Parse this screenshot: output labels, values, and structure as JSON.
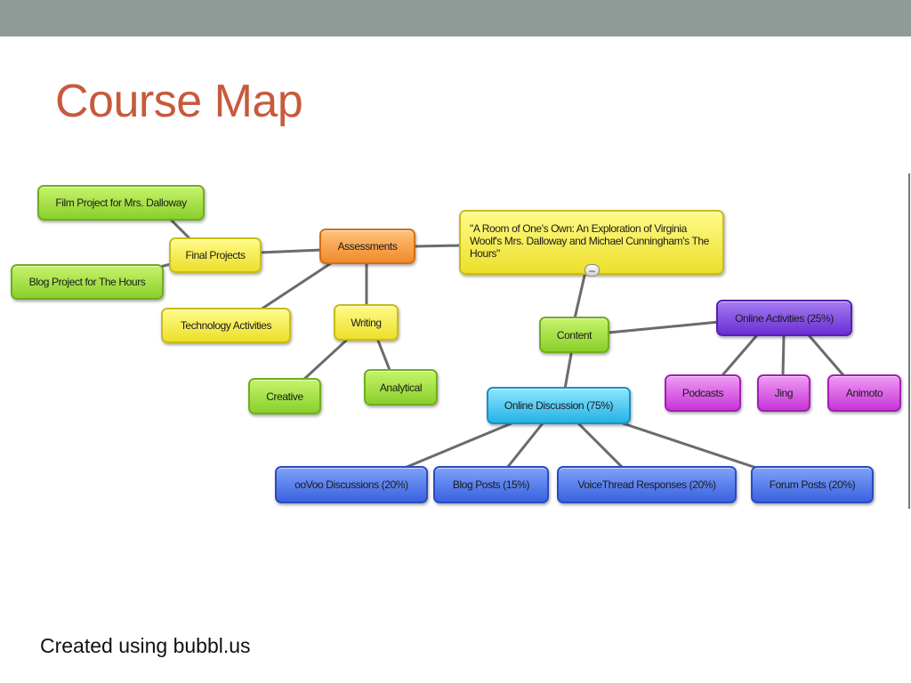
{
  "slide": {
    "title": "Course Map",
    "footer": "Created using bubbl.us"
  },
  "diagram": {
    "collapse_symbol": "–",
    "nodes": {
      "film_project": "Film Project for Mrs. Dalloway",
      "blog_project": "Blog Project for The Hours",
      "final_projects": "Final Projects",
      "assessments": "Assessments",
      "technology_activities": "Technology Activities",
      "writing": "Writing",
      "creative": "Creative",
      "analytical": "Analytical",
      "course_title": "\"A Room of One's Own: An Exploration of Virginia Woolf's Mrs. Dalloway and Michael Cunningham's The Hours\"",
      "content": "Content",
      "online_activities": "Online Activities (25%)",
      "podcasts": "Podcasts",
      "jing": "Jing",
      "animoto": "Animoto",
      "online_discussion": "Online Discussion (75%)",
      "oovoo": "ooVoo Discussions (20%)",
      "blog_posts": "Blog Posts (15%)",
      "voicethread": "VoiceThread Responses (20%)",
      "forum_posts": "Forum Posts (20%)"
    },
    "colors": {
      "green": "#8ad02c",
      "yellow": "#ecdf2a",
      "orange": "#f08a2a",
      "cyan": "#25b2e6",
      "purple": "#6b2fd6",
      "magenta": "#c734d6",
      "blue": "#3a62e0",
      "title_color": "#c75a3c",
      "topbar": "#8f9b96"
    }
  }
}
